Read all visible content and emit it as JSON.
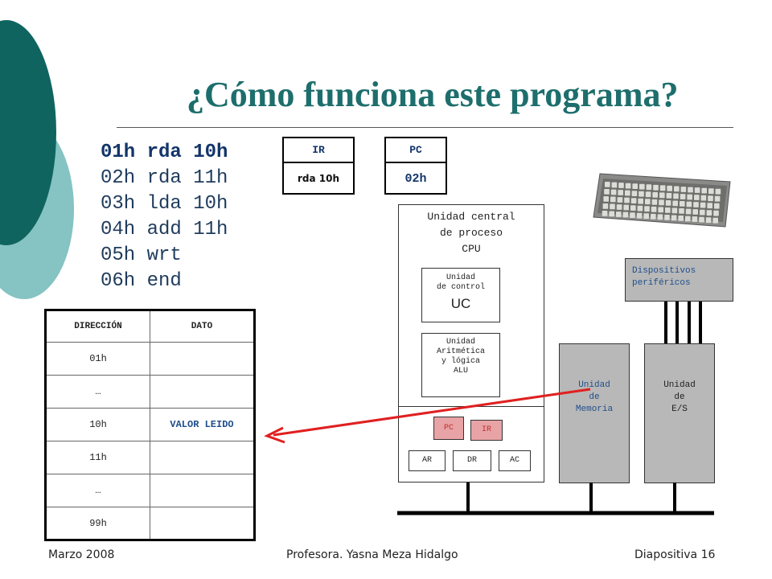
{
  "title": "¿Cómo funciona este programa?",
  "program": [
    {
      "text": "01h rda 10h",
      "bold": true
    },
    {
      "text": "02h rda 11h",
      "bold": false
    },
    {
      "text": "03h lda 10h",
      "bold": false
    },
    {
      "text": "04h add 11h",
      "bold": false
    },
    {
      "text": "05h wrt",
      "bold": false
    },
    {
      "text": "06h end",
      "bold": false
    }
  ],
  "ir_register": {
    "label": "IR",
    "value": "rda 10h"
  },
  "pc_register": {
    "label": "PC",
    "value": "02h"
  },
  "memory_table": {
    "headers": [
      "DIRECCIÓN",
      "DATO"
    ],
    "rows": [
      {
        "address": "01h",
        "data": ""
      },
      {
        "address": "…",
        "data": ""
      },
      {
        "address": "10h",
        "data": "VALOR LEIDO"
      },
      {
        "address": "11h",
        "data": ""
      },
      {
        "address": "…",
        "data": ""
      },
      {
        "address": "99h",
        "data": ""
      }
    ]
  },
  "cpu": {
    "title_line1": "Unidad central",
    "title_line2": "de proceso",
    "title_line3": "CPU",
    "control_unit_line1": "Unidad",
    "control_unit_line2": "de control",
    "control_unit_abbr": "UC",
    "alu_line1": "Unidad",
    "alu_line2": "Aritmética",
    "alu_line3": "y lógica",
    "alu_line4": "ALU",
    "pc_label": "PC",
    "ir_label": "IR",
    "ar_label": "AR",
    "dr_label": "DR",
    "ac_label": "AC"
  },
  "memory_unit": {
    "line1": "Unidad",
    "line2": "de",
    "line3": "Memoria"
  },
  "io_unit": {
    "line1": "Unidad",
    "line2": "de",
    "line3": "E/S"
  },
  "peripherals": {
    "line1": "Dispositivos",
    "line2": "periféricos"
  },
  "footer": {
    "date": "Marzo 2008",
    "author": "Profesora. Yasna Meza Hidalgo",
    "slide": "Diapositiva 16"
  },
  "colors": {
    "title": "#1d6e6c",
    "teal_dark": "#0f6460",
    "teal_light": "#86c3c3",
    "arrow": "#e02020",
    "highlight_box": "#e8a3a6",
    "unit_grey": "#b8b8b8",
    "memory_text": "#1f4e8c"
  },
  "icons": [
    "keyboard-icon"
  ]
}
